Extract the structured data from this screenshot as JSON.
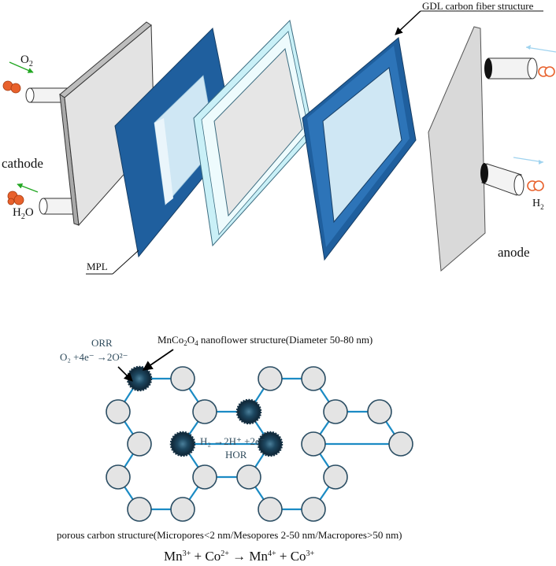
{
  "labels": {
    "gdl": "GDL carbon fiber structure",
    "cathode": "cathode",
    "anode": "anode",
    "mpl": "MPL",
    "o2": "O",
    "o2_sub": "2",
    "h2o_h": "H",
    "h2o_sub": "2",
    "h2o_o": "O",
    "h2": "H",
    "h2_sub": "2"
  },
  "lower": {
    "orr_title": "ORR",
    "orr_eq": "O₂ +4e⁻ →2O²⁻",
    "nanoflower_a": "MnCo",
    "nanoflower_sub1": "2",
    "nanoflower_b": "O",
    "nanoflower_sub2": "4",
    "nanoflower_c": " nanoflower structure(Diameter 50-80 nm)",
    "hor_eq": "H₂ →2H⁺ +2e⁻",
    "hor_title": "HOR",
    "porous": "porous carbon structure(Micropores<2 nm/Mesopores 2-50 nm/Macropores>50 nm)",
    "redox": {
      "mn": "Mn",
      "mn_sup": "3+",
      "plus": " + Co",
      "co_sup": "2+",
      "arrow": " → Mn",
      "mn4_sup": "4+",
      "plus2": " + Co",
      "co3_sup": "3+"
    }
  },
  "colors": {
    "dark_blue": "#1f5f9e",
    "light_blue": "#cfe7f4",
    "cyan_frame": "#c9f0f7",
    "grey_plate": "#d9d9d9",
    "orange_ball": "#e8612c",
    "green_arrow": "#22a722",
    "lightblue_arrow": "#9fd3ef",
    "lattice_line": "#1b8bc4",
    "node_fill": "#e4e4e4",
    "node_stroke": "#2a4d63",
    "nanoflower": "#163346"
  }
}
